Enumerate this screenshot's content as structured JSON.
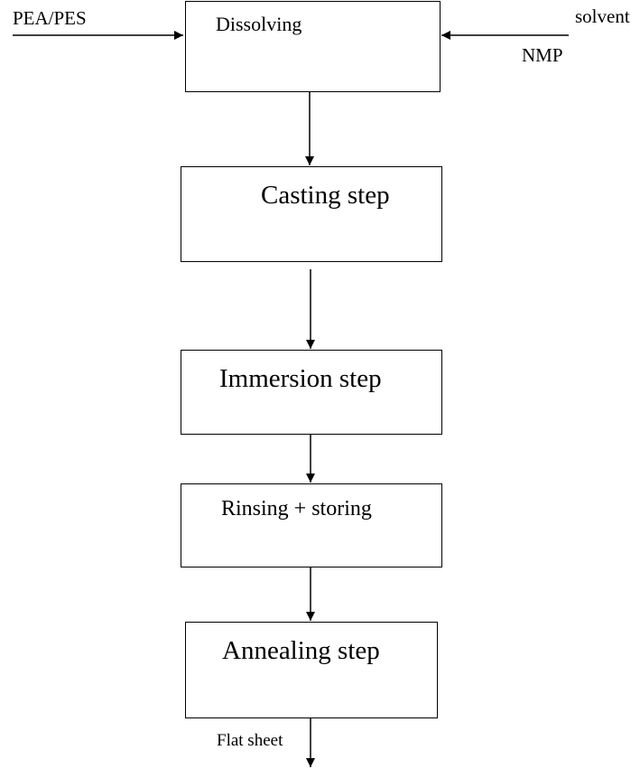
{
  "inputs": {
    "left_label": "PEA/PES",
    "right_label_top": "solvent",
    "right_label_bottom": "NMP"
  },
  "steps": [
    {
      "label": "Dissolving"
    },
    {
      "label": "Casting step"
    },
    {
      "label": "Immersion step"
    },
    {
      "label": "Rinsing + storing"
    },
    {
      "label": "Annealing step"
    }
  ],
  "output": {
    "label": "Flat sheet"
  }
}
